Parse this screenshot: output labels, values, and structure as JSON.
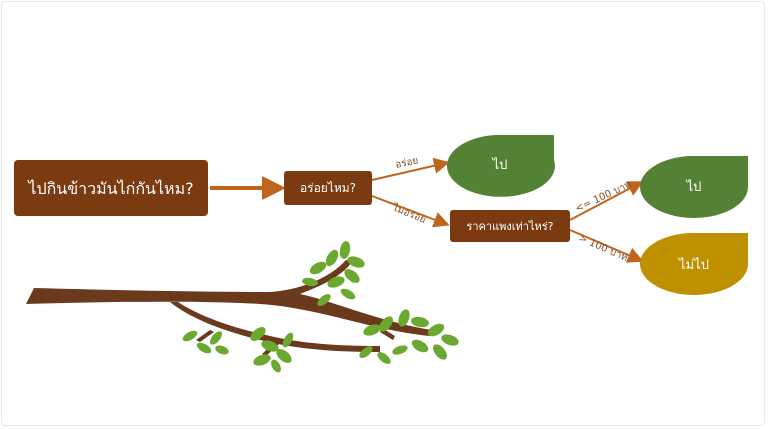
{
  "nodes": {
    "question": "ไปกินข้าวมันไก่กันไหม?",
    "tasty": "อร่อยไหม?",
    "price": "ราคาแพงเท่าไหร่?",
    "go_top": "ไป",
    "go_right": "ไป",
    "no_go": "ไม่ไป"
  },
  "edges": {
    "yes_tasty": "อร่อย",
    "not_tasty": "ไม่อร่อย",
    "le_100": "<= 100 บาท",
    "gt_100": "> 100 บาท"
  },
  "colors": {
    "question_box": "#7b3a10",
    "decision_box": "#7b3a10",
    "arrow": "#c0651d",
    "edge_label": "#8a4e1f",
    "leaf_green": "#548235",
    "leaf_gold": "#bf9000",
    "branch": "#6b3a1c",
    "foliage": "#6aa82f"
  }
}
